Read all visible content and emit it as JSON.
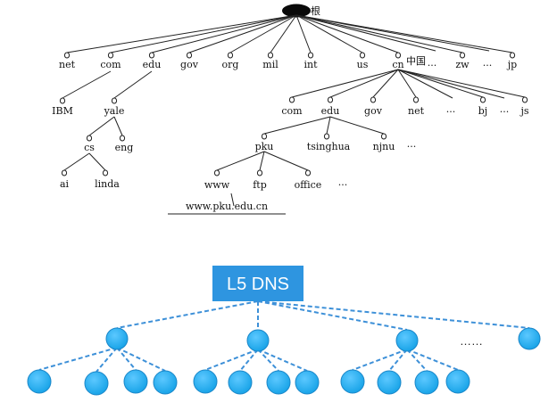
{
  "tree": {
    "root_label": "根",
    "level1": [
      "net",
      "com",
      "edu",
      "gov",
      "org",
      "mil",
      "int",
      "us",
      "cn",
      "zw",
      "jp"
    ],
    "cn_label": "中国",
    "ellipsis": "···",
    "com_children": [
      "IBM"
    ],
    "edu_children": [
      "yale"
    ],
    "yale_children": [
      "cs",
      "eng"
    ],
    "cs_children": [
      "ai",
      "linda"
    ],
    "cn_children": [
      "com",
      "edu",
      "gov",
      "net",
      "bj",
      "js"
    ],
    "cn_edu_children": [
      "pku",
      "tsinghua",
      "njnu"
    ],
    "pku_children": [
      "www",
      "ftp",
      "office"
    ],
    "domain_example": "www.pku.edu.cn"
  },
  "dns": {
    "label": "L5 DNS",
    "ellipsis": "……",
    "box_color": "#2e95e0",
    "node_color": "#19a4e8",
    "line_color": "#3d90d8"
  }
}
